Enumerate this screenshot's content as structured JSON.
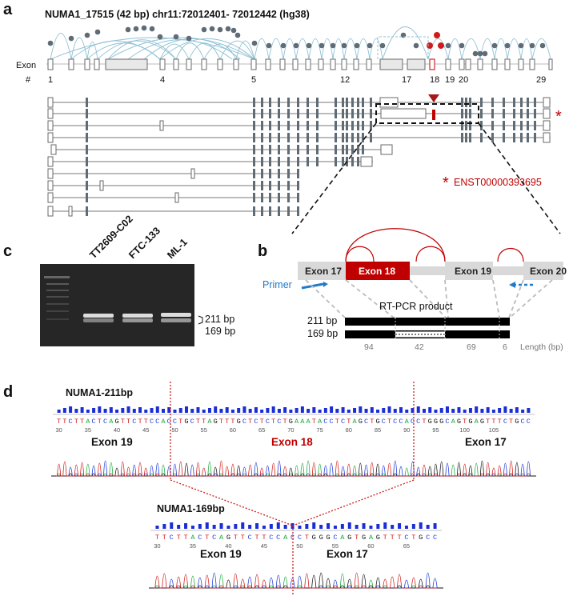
{
  "panels": {
    "a": "a",
    "b": "b",
    "c": "c",
    "d": "d"
  },
  "panel_a": {
    "title": "NUMA1_17515 (42 bp) chr11:72012401- 72012442 (hg38)",
    "exon_label": "Exon",
    "hash_label": "#",
    "exon_numbers": [
      "1",
      "4",
      "5",
      "12",
      "17",
      "18",
      "19",
      "20",
      "29"
    ],
    "transcript_star": "*",
    "transcript_id": "ENST00000393695",
    "colors": {
      "arc": "#8fc0d4",
      "node": "#5f6b75",
      "highlight": "#d11a1a",
      "exon_fill": "#e6e6e6",
      "exon_stroke": "#6a6a6a"
    }
  },
  "panel_b": {
    "exons": [
      "Exon 17",
      "Exon 18",
      "Exon 19",
      "Exon 20"
    ],
    "primer_label": "Primer",
    "product_label": "RT-PCR product",
    "bands": [
      "211 bp",
      "169 bp"
    ],
    "segment_lengths": [
      "94",
      "42",
      "69",
      "6"
    ],
    "length_unit": "Length (bp)",
    "colors": {
      "exon18": "#c00000",
      "other_exon": "#d9d9d9",
      "primer": "#1f7ac9",
      "arc": "#c00000"
    }
  },
  "panel_c": {
    "lanes": [
      "TT2609-C02",
      "FTC-133",
      "ML-1"
    ],
    "band_labels": [
      "211 bp",
      "169 bp"
    ]
  },
  "panel_d": {
    "top": {
      "name": "NUMA1-211bp",
      "sequence": "TTCTTACTCAGTTCTTCCACCTGCTTAGTTTGCTCTCTCTGAAATACCTCTAGCTGCTCCACCTGGGCAGTGAGTTTCTGCC",
      "positions": [
        "30",
        "35",
        "40",
        "45",
        "50",
        "55",
        "60",
        "65",
        "70",
        "75",
        "80",
        "85",
        "90",
        "95",
        "100",
        "105"
      ],
      "exons": [
        "Exon 19",
        "Exon 18",
        "Exon 17"
      ]
    },
    "bottom": {
      "name": "NUMA1-169bp",
      "sequence": "TTCTTACTCAGTTCTTCCACCTGGGCAGTGAGTTTCTGCC",
      "positions": [
        "30",
        "35",
        "40",
        "45",
        "50",
        "55",
        "60",
        "65"
      ],
      "exons": [
        "Exon 19",
        "Exon 17"
      ]
    },
    "base_colors": {
      "A": "#1aa83a",
      "C": "#1b39d6",
      "G": "#111111",
      "T": "#d11a1a"
    }
  }
}
